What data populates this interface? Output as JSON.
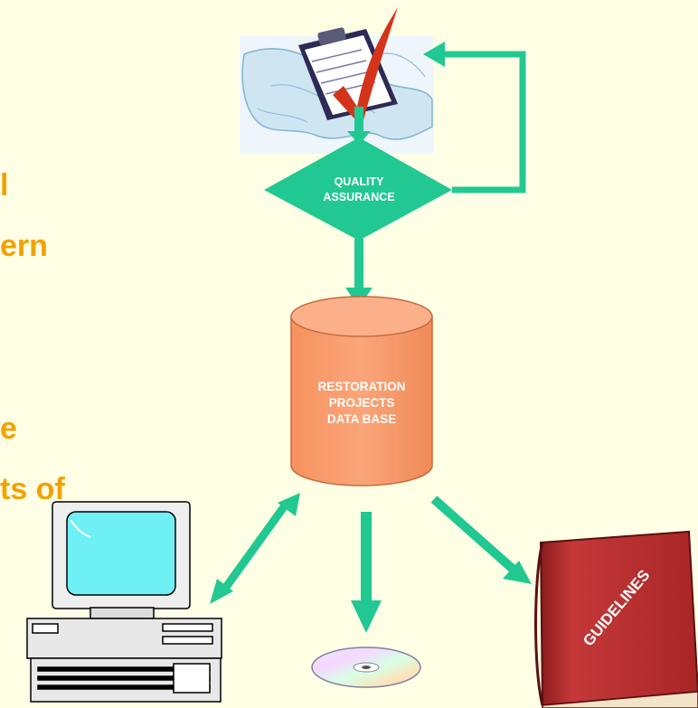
{
  "left_text_fragments": [
    "l",
    "ern",
    "e",
    "ts of"
  ],
  "qa_label": [
    "QUALITY",
    "ASSURANCE"
  ],
  "db_label": [
    "RESTORATION",
    "PROJECTS",
    "DATA BASE"
  ],
  "book_label": "GUIDELINES",
  "icons": {
    "top": "map-with-clipboard-checkmark-icon",
    "computer": "desktop-computer-icon",
    "disc": "cd-disc-icon",
    "book": "book-icon"
  },
  "colors": {
    "background": "#ffffe6",
    "text_orange": "#f2a200",
    "arrow_green": "#22c891",
    "diamond_green": "#22c891",
    "database_fill": "#f99b6a",
    "book_red": "#b12a2a"
  }
}
